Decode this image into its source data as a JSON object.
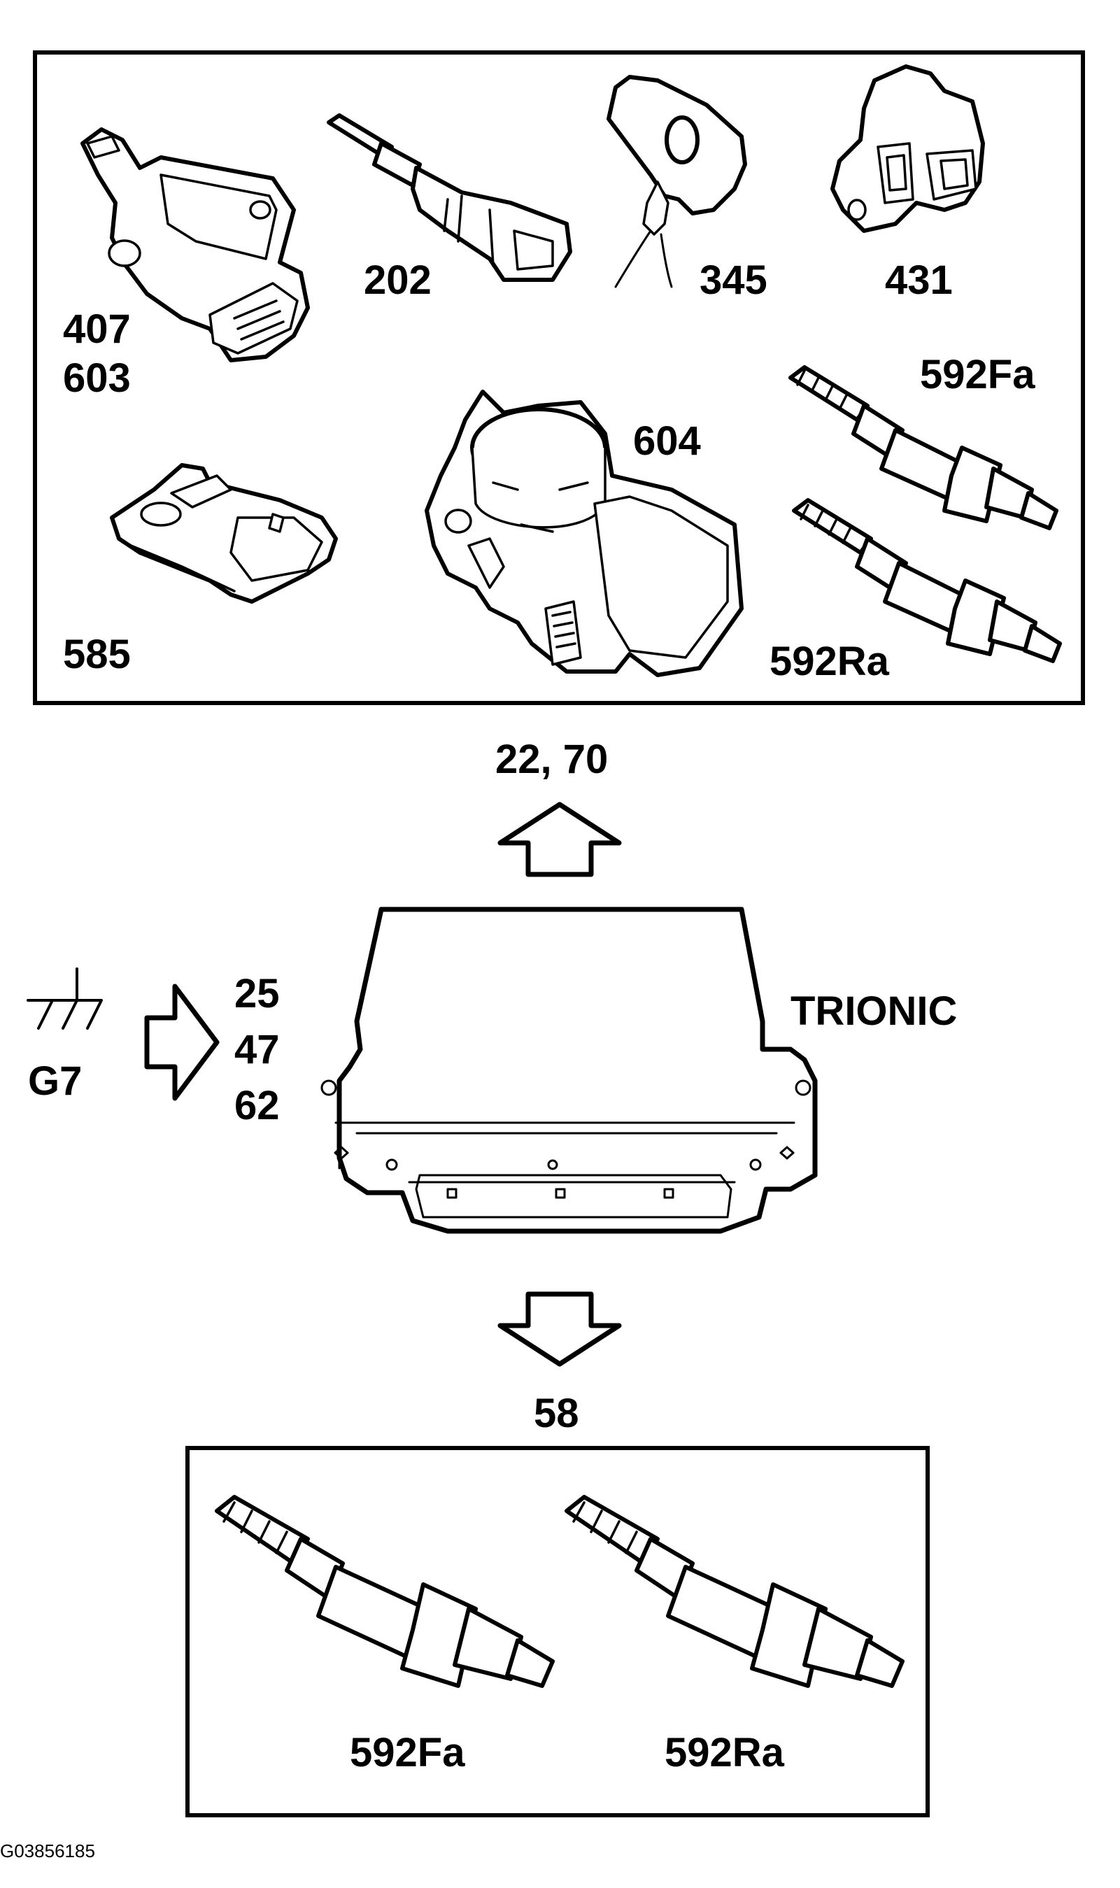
{
  "diagram": {
    "top_box": {
      "labels": {
        "p407": "407",
        "p603": "603",
        "p202": "202",
        "p345": "345",
        "p431": "431",
        "p592Fa": "592Fa",
        "p604": "604",
        "p585": "585",
        "p592Ra": "592Ra"
      }
    },
    "up_arrow_label": "22, 70",
    "ecu_label": "TRIONIC",
    "ground_label": "G7",
    "input_labels": [
      "25",
      "47",
      "62"
    ],
    "down_arrow_label": "58",
    "bottom_box": {
      "labels": {
        "p592Fa": "592Fa",
        "p592Ra": "592Ra"
      }
    },
    "figure_id": "G03856185"
  }
}
